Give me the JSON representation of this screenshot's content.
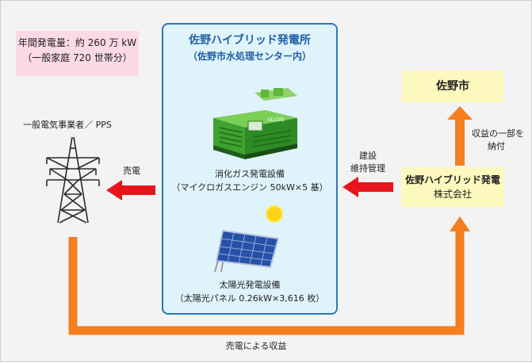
{
  "annual_output": {
    "line1": "年間発電量：約 260 万 kW",
    "line2": "（一般家庭 720 世帯分）"
  },
  "plant": {
    "title": "佐野ハイブリッド発電所",
    "subtitle": "（佐野市水処理センター内）"
  },
  "gas_equipment": {
    "line1": "消化ガス発電設備",
    "line2": "（マイクロガスエンジン 50kW×5 基）",
    "machine_label": "OLLDIS"
  },
  "solar_equipment": {
    "line1": "太陽光発電設備",
    "line2": "（太陽光パネル 0.26kW×3,616 枚）"
  },
  "utility": {
    "label": "一般電気事業者／ PPS"
  },
  "company": {
    "line1": "佐野ハイブリッド発電",
    "line2": "株式会社"
  },
  "city": {
    "label": "佐野市"
  },
  "arrows": {
    "sell_power": "売電",
    "construction_line1": "建設",
    "construction_line2": "維持管理",
    "revenue_share_line1": "収益の一部を",
    "revenue_share_line2": "納付",
    "revenue": "売電による収益"
  },
  "colors": {
    "plant_border": "#2a78b8",
    "plant_bg": "#dff3fb",
    "arrow_red": "#e8141c",
    "arrow_orange": "#f57e1f",
    "yellow_box": "#fdf8bd",
    "pink_box": "#fbd9e6"
  }
}
